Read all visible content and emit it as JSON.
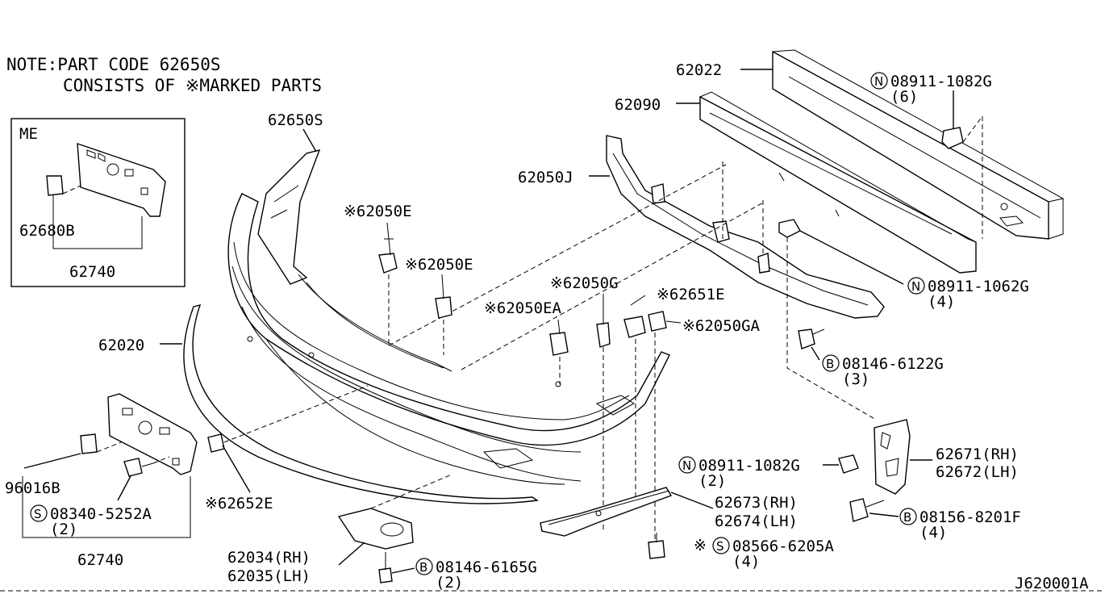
{
  "note": {
    "line1": "NOTE:PART CODE 62650S",
    "line2": "CONSISTS OF ※MARKED PARTS"
  },
  "inset": {
    "title": "ME",
    "part_a": "62680B",
    "part_b": "62740"
  },
  "labels": {
    "p62022": "62022",
    "p62090": "62090",
    "p62650S": "62650S",
    "p62050J": "62050J",
    "p62050E_1": "※62050E",
    "p62050E_2": "※62050E",
    "p62050G": "※62050G",
    "p62651E": "※62651E",
    "p62050EA": "※62050EA",
    "p62050GA": "※62050GA",
    "p62020": "62020",
    "p96016B": "96016B",
    "p08340": "08340-5252A",
    "p08340_qty": "(2)",
    "p62740": "62740",
    "p62652E": "※62652E",
    "p62034": "62034(RH)",
    "p62035": "62035(LH)",
    "p08146_6165": "08146-6165G",
    "p08146_6165_qty": "(2)",
    "p08911_1082_top": "08911-1082G",
    "p08911_1082_top_qty": "(6)",
    "p08911_1062": "08911-1062G",
    "p08911_1062_qty": "(4)",
    "p08146_6122": "08146-6122G",
    "p08146_6122_qty": "(3)",
    "p62671": "62671(RH)",
    "p62672": "62672(LH)",
    "p08911_1082_mid": "08911-1082G",
    "p08911_1082_mid_qty": "(2)",
    "p62673": "62673(RH)",
    "p62674": "62674(LH)",
    "p08156": "08156-8201F",
    "p08156_qty": "(4)",
    "p08566": "08566-6205A",
    "p08566_qty": "(4)",
    "diagram_id": "J620001A"
  },
  "prefix": {
    "N": "N",
    "B": "B",
    "S": "S",
    "star": "※"
  }
}
